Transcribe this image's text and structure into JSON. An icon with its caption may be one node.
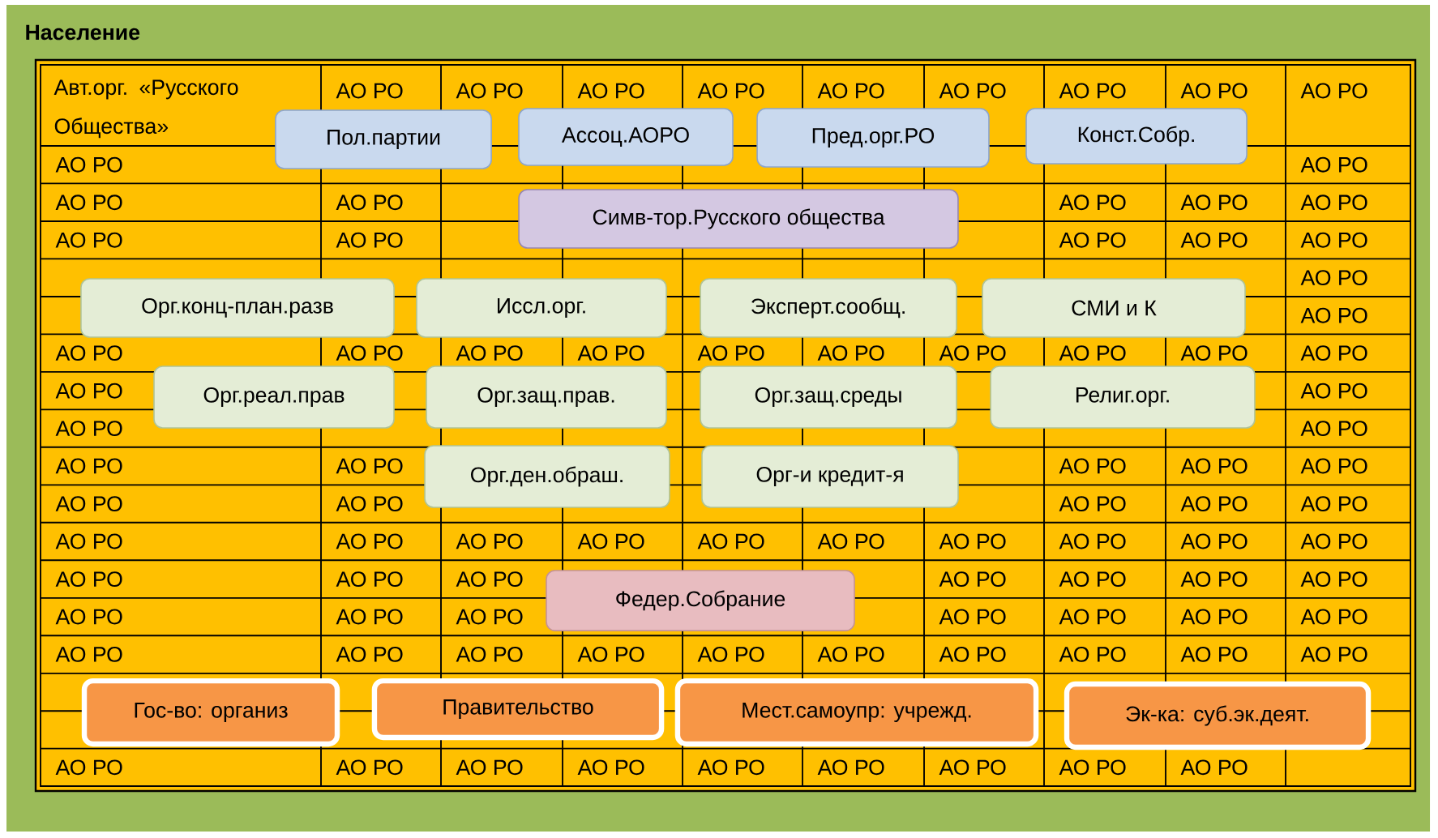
{
  "diagram": {
    "title": "Население",
    "nodes": [
      {
        "text": [
          "Пол.партии"
        ]
      },
      {
        "text": [
          "Ассоц.АОРО"
        ]
      },
      {
        "text": [
          "Пред.орг.РО"
        ]
      },
      {
        "text": [
          "Конст.Собр."
        ]
      },
      {
        "text": [
          "Симв-тор.Русского общества"
        ]
      },
      {
        "text": [
          "Орг.конц-план.разв"
        ]
      },
      {
        "text": [
          "Иссл.орг."
        ]
      },
      {
        "text": [
          "Эксперт.сообщ."
        ]
      },
      {
        "text": [
          "СМИ и К"
        ]
      },
      {
        "text": [
          "Орг.реал.прав"
        ]
      },
      {
        "text": [
          "Орг.защ.прав."
        ]
      },
      {
        "text": [
          "Орг.защ.среды"
        ]
      },
      {
        "text": [
          "Религ.орг."
        ]
      },
      {
        "text": [
          "Орг.ден.обраш."
        ]
      },
      {
        "text": [
          "Орг-и кредит-я"
        ]
      },
      {
        "text": [
          "Федер.Собрание"
        ]
      },
      {
        "text": [
          "Гос-во: организ"
        ]
      },
      {
        "text": [
          "Правительство"
        ]
      },
      {
        "text": [
          "Мест.самоупр: учрежд."
        ]
      },
      {
        "text": [
          "Эк-ка: суб.эк.деят."
        ]
      }
    ],
    "labels": [
      "Авт.орг. «Русского Общества»",
      "АО РО",
      "АО РО",
      "АО РО",
      "АО РО",
      "АО РО",
      "АО РО",
      "АО РО",
      "АО РО",
      "АО РО",
      "АО РО",
      "АО РО",
      "АО РО",
      "АО РО",
      "АО РО",
      "АО РО",
      "АО РО",
      "АО РО",
      "АО РО",
      "АО РО",
      "АО РО",
      "АО РО",
      "АО РО",
      "АО РО",
      "АО РО",
      "АО РО",
      "АО РО",
      "АО РО",
      "АО РО",
      "АО РО",
      "АО РО",
      "АО РО",
      "АО РО",
      "АО РО",
      "АО РО",
      "АО РО",
      "АО РО",
      "АО РО",
      "АО РО",
      "АО РО",
      "АО РО",
      "АО РО",
      "АО РО",
      "АО РО",
      "АО РО",
      "АО РО",
      "АО РО",
      "АО РО",
      "АО РО",
      "АО РО",
      "АО РО",
      "АО РО",
      "АО РО",
      "АО РО",
      "АО РО",
      "АО РО",
      "АО РО",
      "АО РО",
      "АО РО",
      "АО РО",
      "АО РО",
      "АО РО",
      "АО РО",
      "АО РО",
      "АО РО",
      "АО РО",
      "АО РО",
      "АО РО",
      "АО РО",
      "АО РО",
      "АО РО",
      "АО РО",
      "АО РО",
      "АО РО",
      "АО РО",
      "АО РО",
      "АО РО",
      "АО РО",
      "АО РО",
      "АО РО",
      "АО РО",
      "АО РО",
      "АО РО",
      "АО РО",
      "АО РО",
      "АО РО",
      "АО РО",
      "АО РО",
      "АО РО",
      "АО РО",
      "АО РО"
    ]
  }
}
